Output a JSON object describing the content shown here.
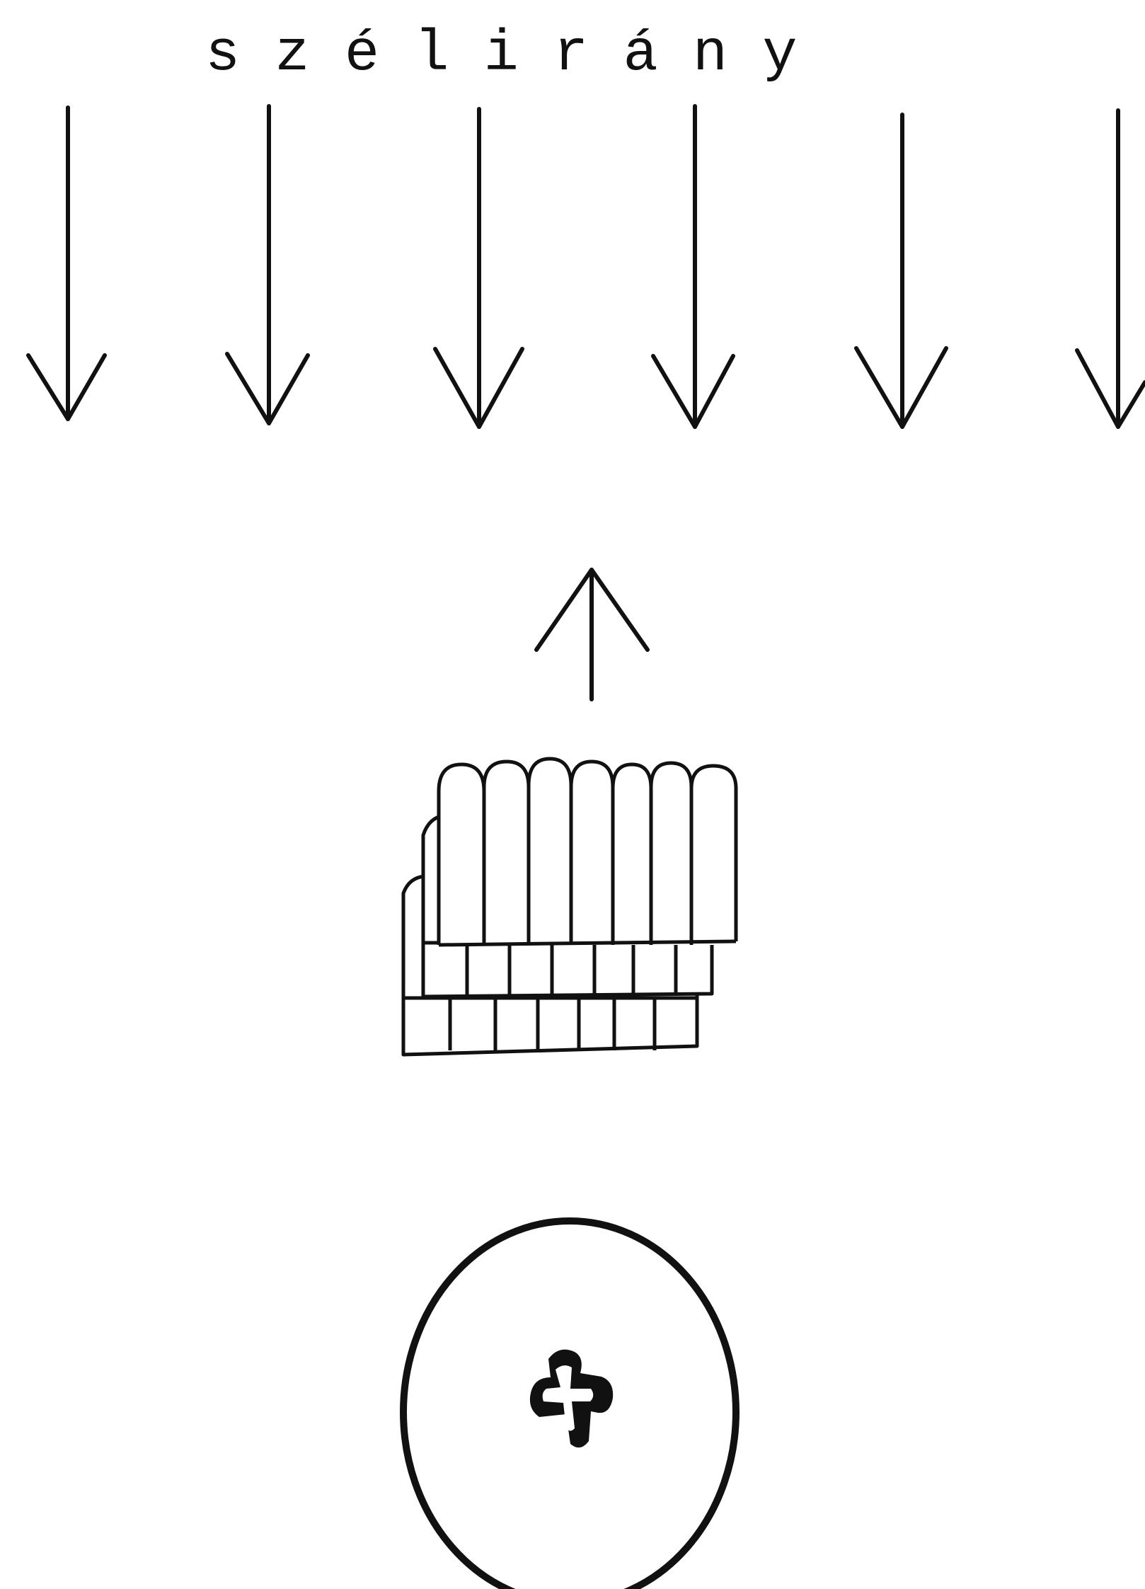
{
  "diagram": {
    "wind_label": "s z é l i r á n y",
    "wind_arrow_count": 6,
    "stroke_color": "#111111",
    "background_color": "#ffffff",
    "parts": {
      "wind_arrows": "wind-direction-arrows",
      "object_arrow": "object-direction-arrow",
      "panel_stack": "stacked-panels",
      "target": "circle-target-with-cross"
    }
  }
}
